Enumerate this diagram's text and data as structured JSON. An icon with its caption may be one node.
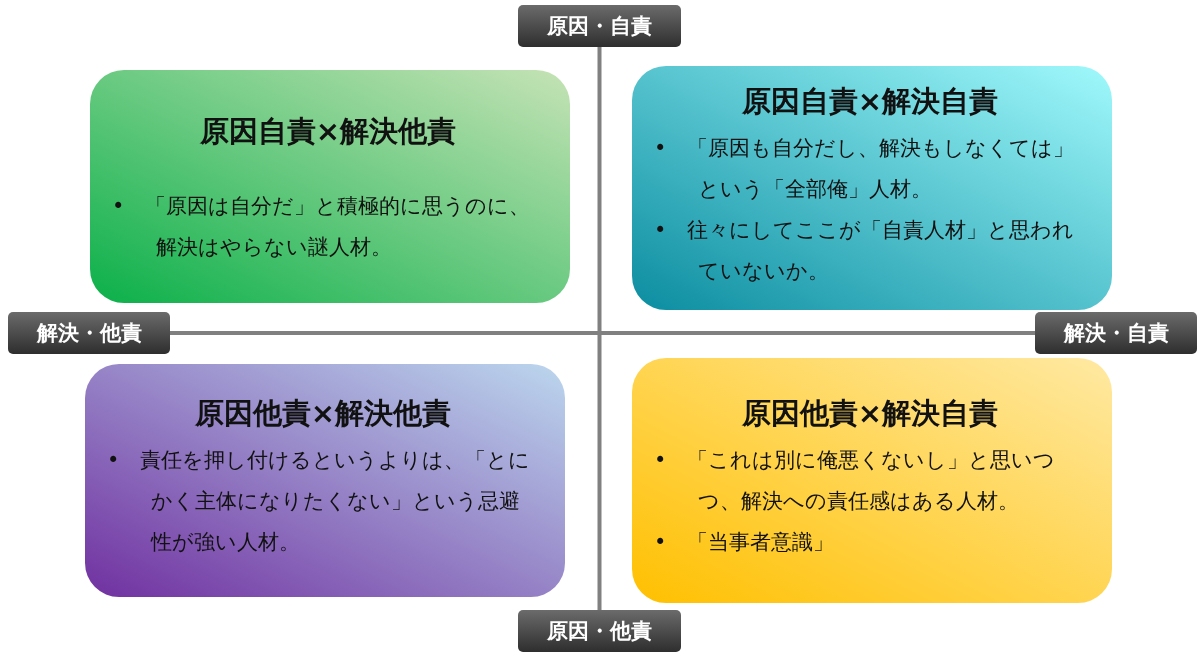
{
  "diagram": {
    "nodes": [
      {
        "text": [
          "原因・自責"
        ]
      },
      {
        "text": [
          "原因自責×解決他責",
          "•　「原因は自分だ」と積極的に思うのに、解決はやらない謎人材。"
        ]
      },
      {
        "text": [
          "原因自責×解決自責",
          "•　「原因も自分だし、解決もしなくては」という「全部俺」人材。",
          "•　往々にしてここが「自責人材」と思われていないか。"
        ]
      },
      {
        "text": [
          "解決・他責"
        ]
      },
      {
        "text": [
          "解決・自責"
        ]
      },
      {
        "text": [
          "原因他責×解決他責",
          "•　責任を押し付けるというよりは、「とにかく主体になりたくない」という忌避性が強い人材。"
        ]
      },
      {
        "text": [
          "原因他責×解決自責",
          "•　「これは別に俺悪くないし」と思いつつ、解決への責任感はある人材。",
          "•　「当事者意識」"
        ]
      },
      {
        "text": [
          "原因・他責"
        ]
      }
    ],
    "edges": [
      {
        "from": 0,
        "to": 7,
        "arrow": "none"
      },
      {
        "from": 3,
        "to": 4,
        "arrow": "none"
      }
    ]
  }
}
